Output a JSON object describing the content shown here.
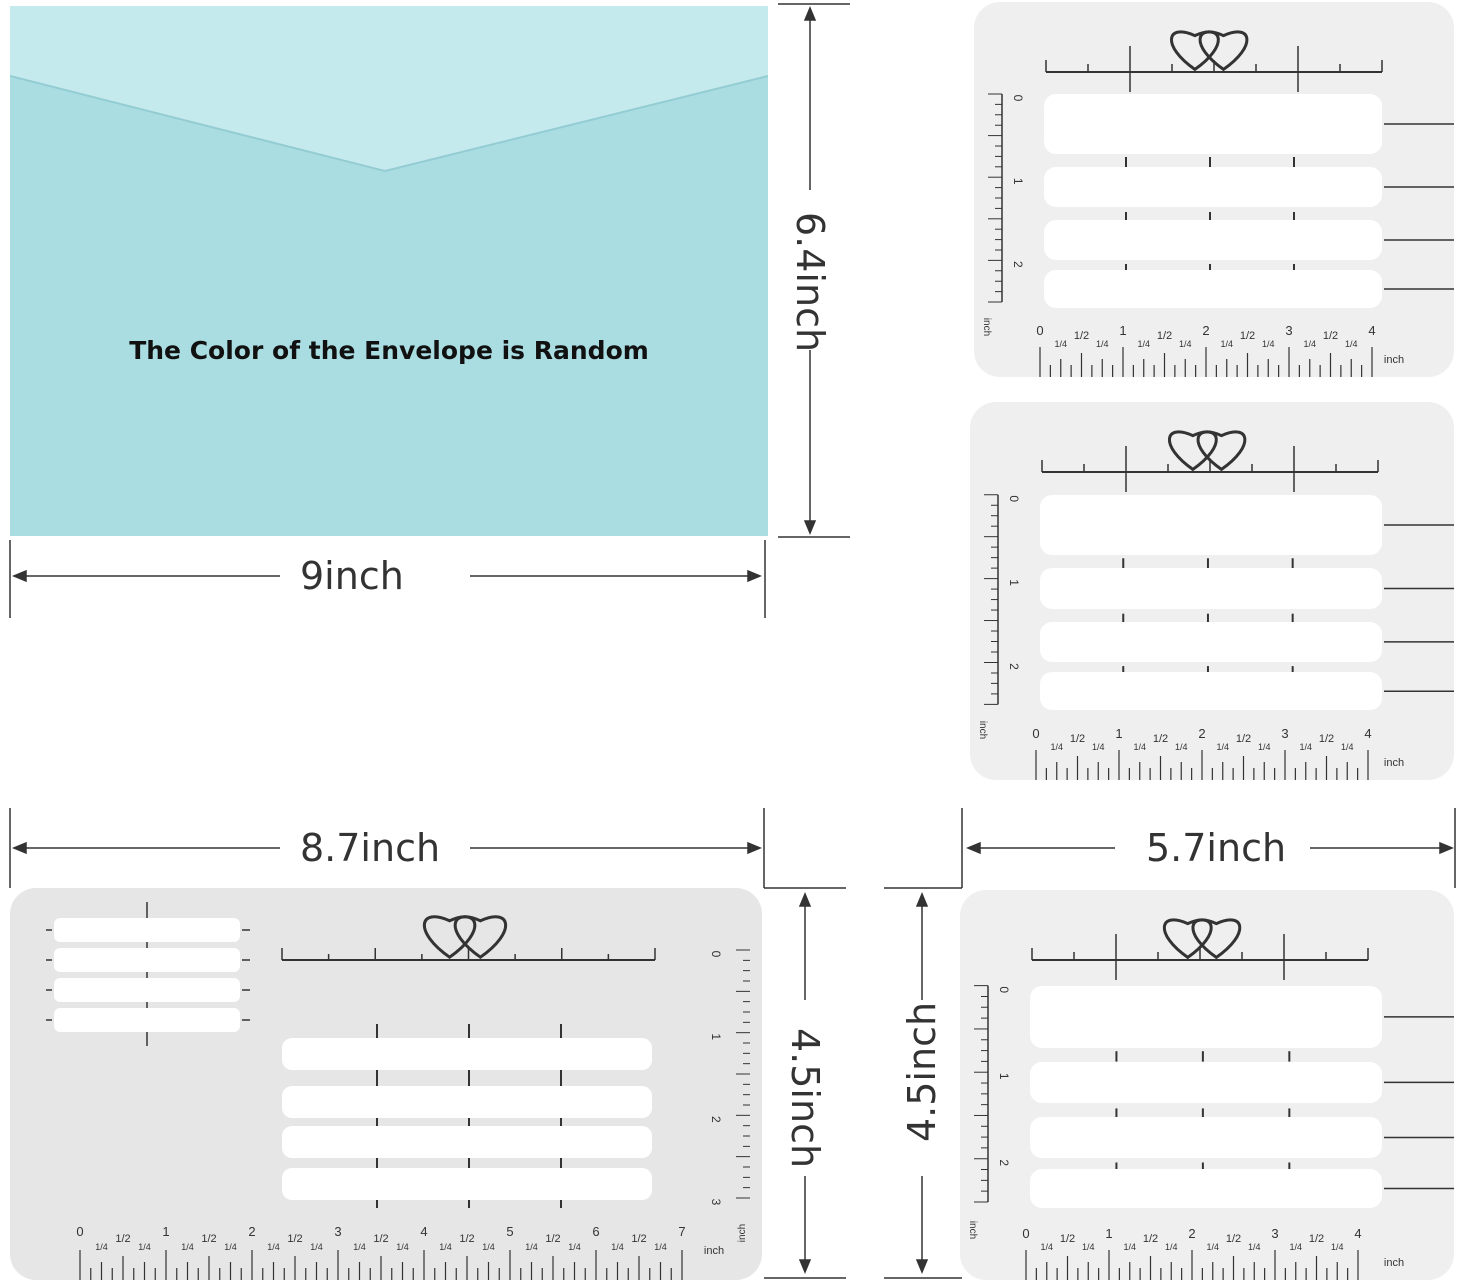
{
  "envelope": {
    "caption": "The Color of the Envelope is Random",
    "color": "#a9dde2",
    "height_label": "6.4inch",
    "width_label": "9inch"
  },
  "large_card": {
    "width_label": "8.7inch",
    "height_label": "4.5inch",
    "bottom_numbers": [
      "0",
      "1",
      "2",
      "3",
      "4",
      "5",
      "6",
      "7"
    ],
    "side_numbers": [
      "0",
      "1",
      "2",
      "3"
    ],
    "unit": "inch"
  },
  "small_cards": {
    "width_label": "5.7inch",
    "height_label": "4.5inch",
    "bottom_numbers": [
      "0",
      "1",
      "2",
      "3",
      "4"
    ],
    "side_numbers": [
      "0",
      "1",
      "2"
    ],
    "unit": "inch",
    "half": "1/2",
    "quarter": "1/4"
  },
  "colors": {
    "card": "#efefef",
    "slot": "#ffffff",
    "line": "#333333"
  }
}
